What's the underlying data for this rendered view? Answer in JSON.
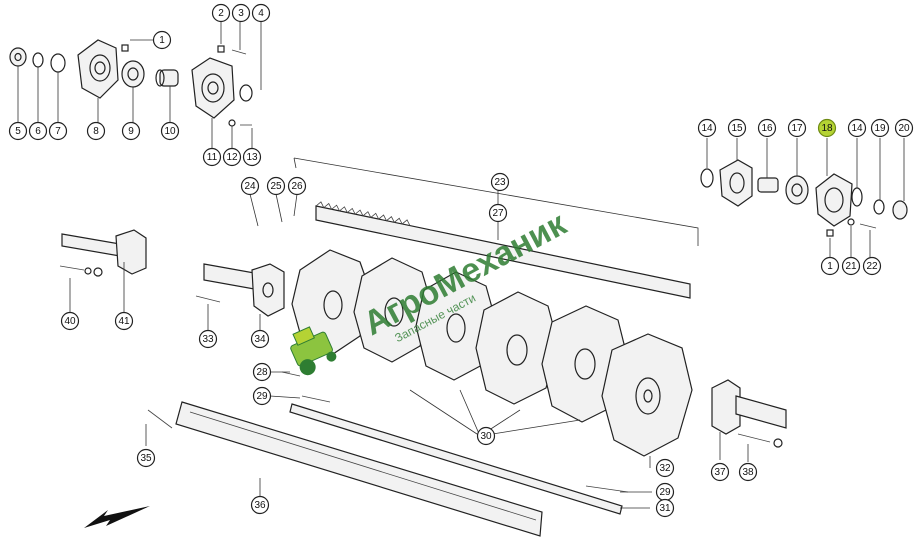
{
  "watermark": {
    "brand": "АгроМеханик",
    "tagline": "Запасные части"
  },
  "callouts": [
    "1",
    "2",
    "3",
    "4",
    "5",
    "6",
    "7",
    "8",
    "9",
    "10",
    "11",
    "12",
    "13",
    "14",
    "15",
    "16",
    "17",
    "18",
    "19",
    "20",
    "21",
    "22",
    "23",
    "24",
    "25",
    "26",
    "27",
    "28",
    "29",
    "30",
    "31",
    "32",
    "33",
    "34",
    "35",
    "36",
    "37",
    "38",
    "40",
    "41"
  ],
  "highlighted_callout": "18",
  "colors": {
    "highlight": "#b5d334",
    "watermark": "#2e7d32",
    "line": "#222222"
  },
  "icons": {
    "direction_arrow": "arrow-down-left-icon",
    "logo": "tractor-logo-icon"
  }
}
